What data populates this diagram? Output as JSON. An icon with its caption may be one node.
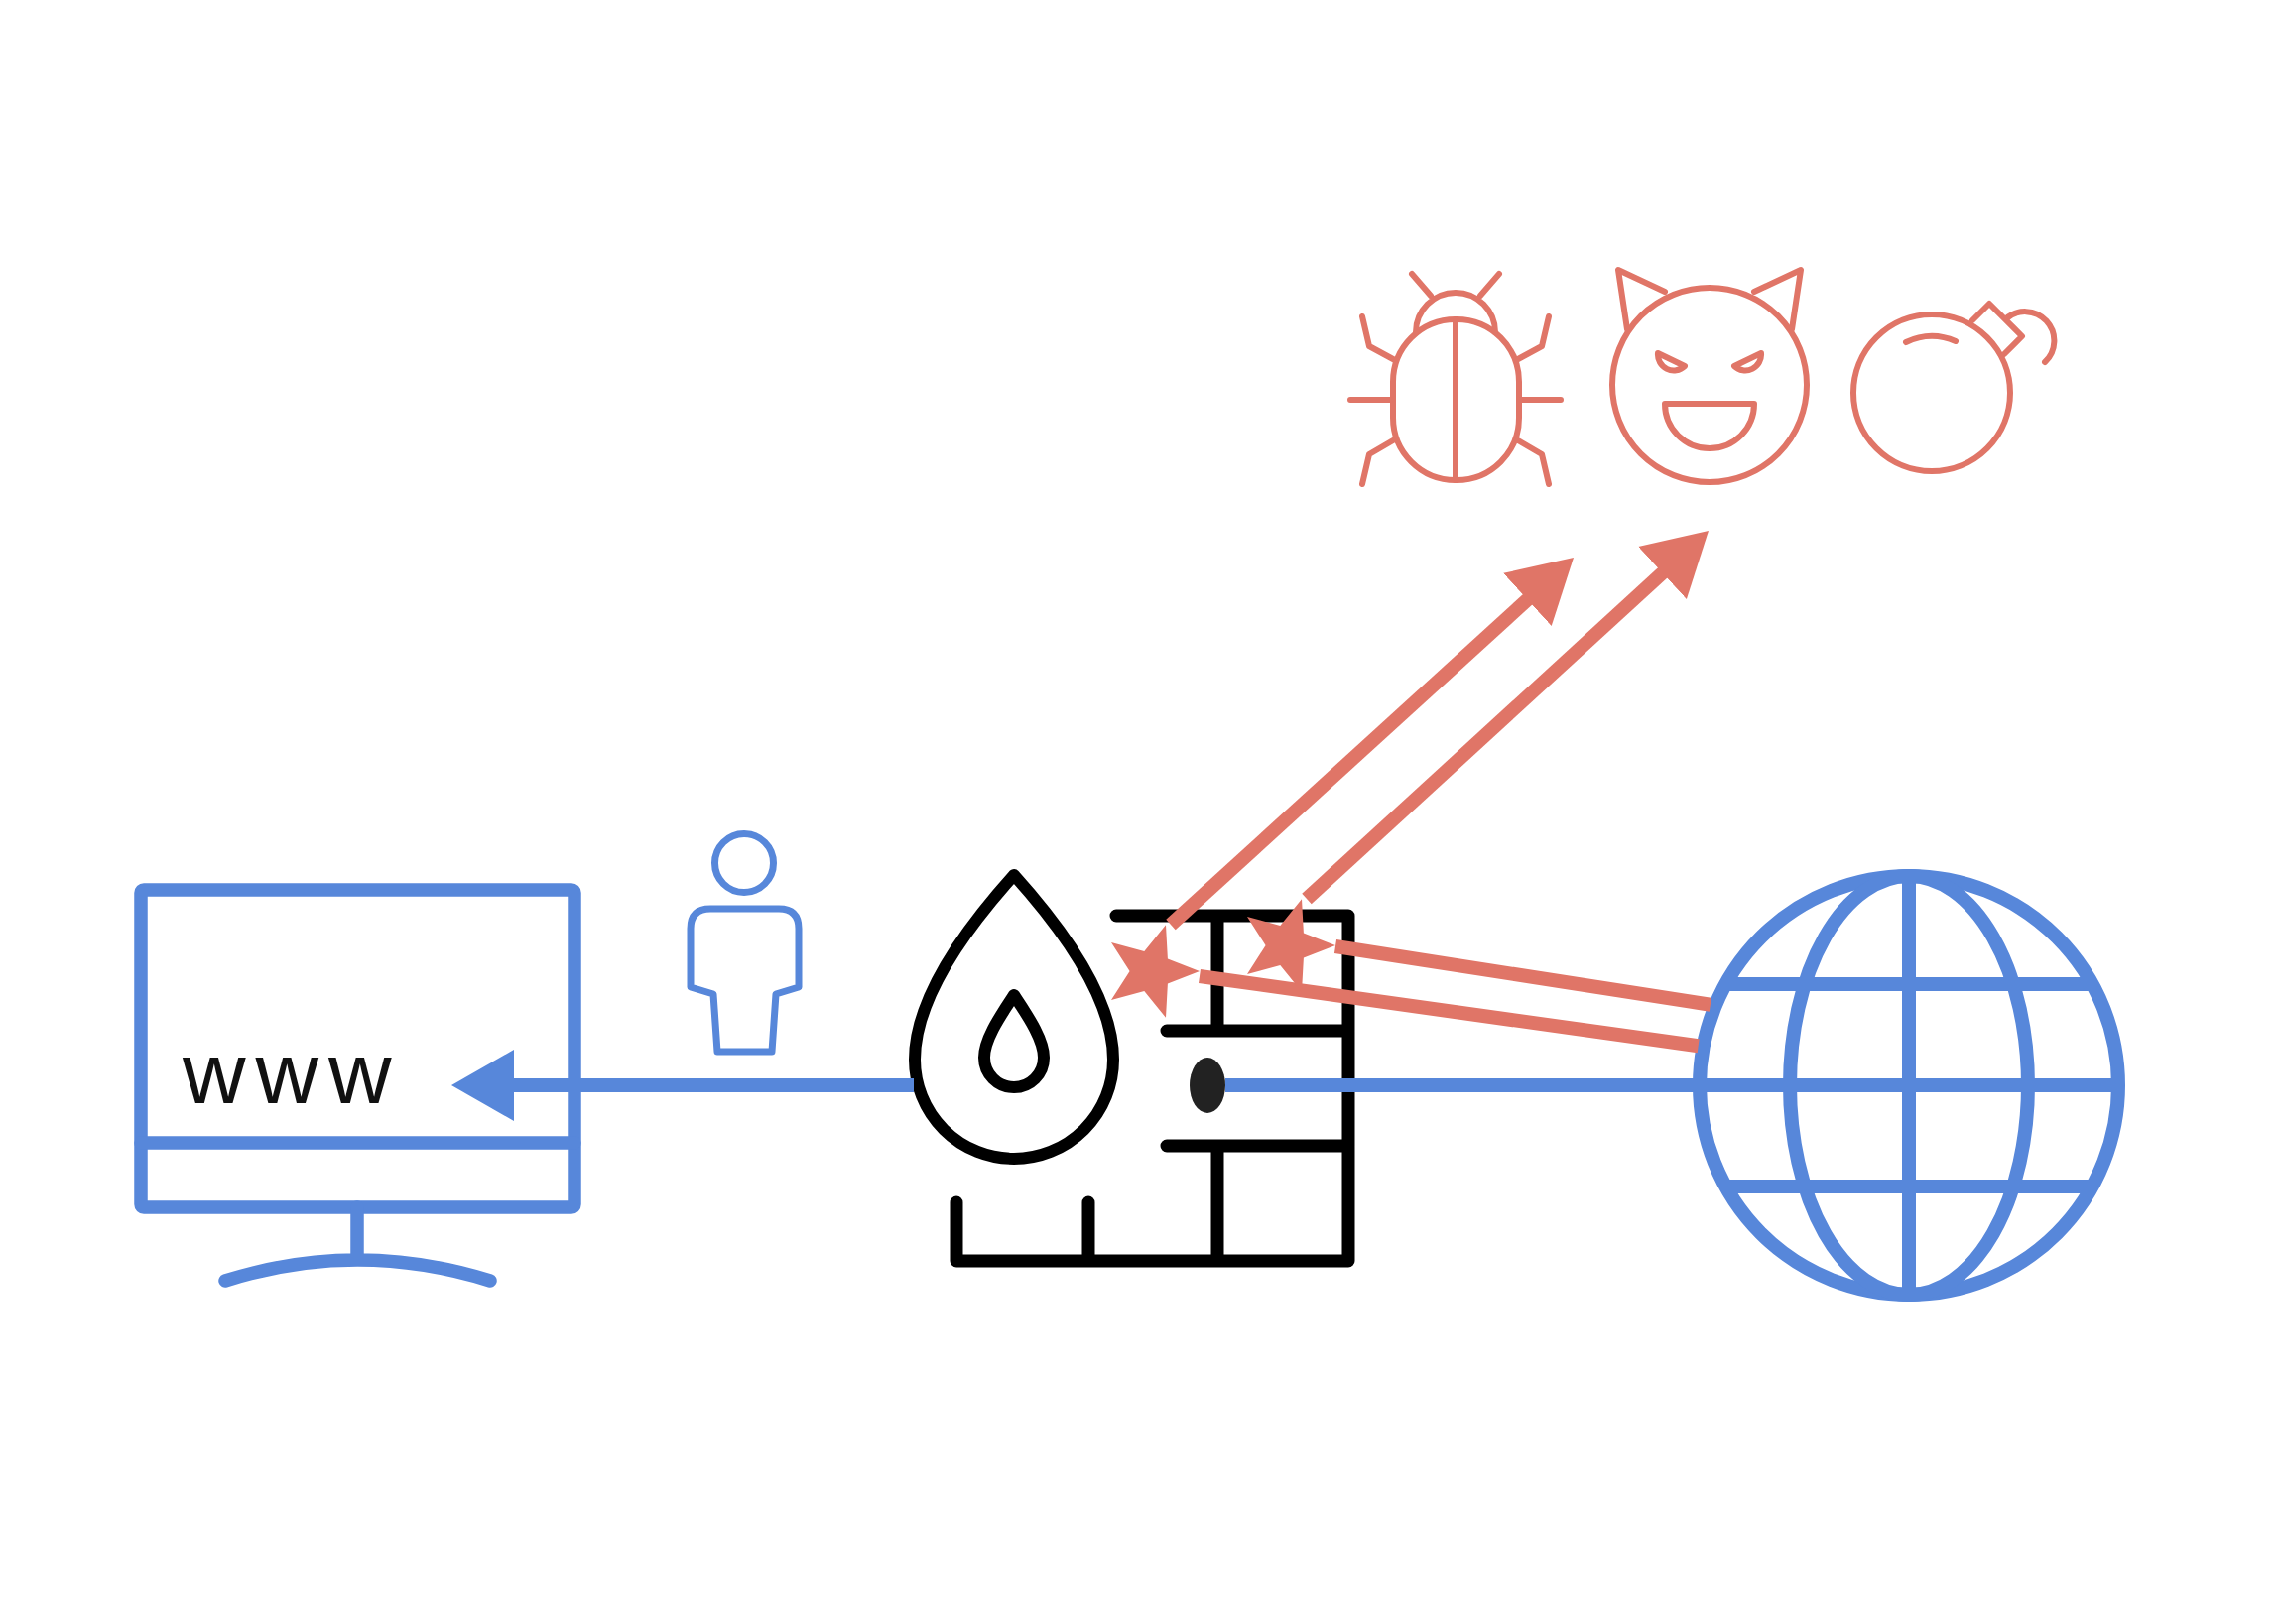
{
  "diagram": {
    "nodes": [
      {
        "text": [],
        "shape": "picture"
      },
      {
        "text": [
          "www"
        ],
        "in": 0
      },
      {
        "text": [],
        "shape": "picture"
      },
      {
        "text": [],
        "shape": "star",
        "in": 2
      },
      {
        "text": [],
        "shape": "star",
        "in": 2
      },
      {
        "text": [],
        "shape": "oval",
        "in": 2
      },
      {
        "text": [],
        "shape": "picture"
      }
    ],
    "edges": [
      {
        "from": 2,
        "to": 1,
        "arrow": "to",
        "color": "#5787da"
      },
      {
        "from": 6,
        "to": 5,
        "arrow": "none",
        "color": "#5787da"
      },
      {
        "from": 6,
        "to": 4,
        "arrow": "none"
      },
      {
        "from": 4,
        "to": null,
        "arrow": "to"
      },
      {
        "from": 6,
        "to": 3,
        "arrow": "none"
      },
      {
        "from": 3,
        "to": null,
        "arrow": "to"
      }
    ]
  }
}
